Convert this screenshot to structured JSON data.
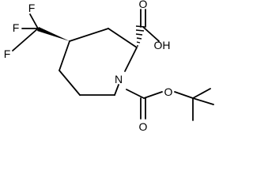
{
  "atoms": {
    "f1": "F",
    "f2": "F",
    "f3": "F",
    "o_carbonyl_acid": "O",
    "oh": "OH",
    "n": "N",
    "o_carbonyl_boc": "O",
    "o_ester_boc": "O"
  },
  "colors": {
    "bond": "#000000",
    "label": "#000000",
    "background": "#ffffff"
  }
}
